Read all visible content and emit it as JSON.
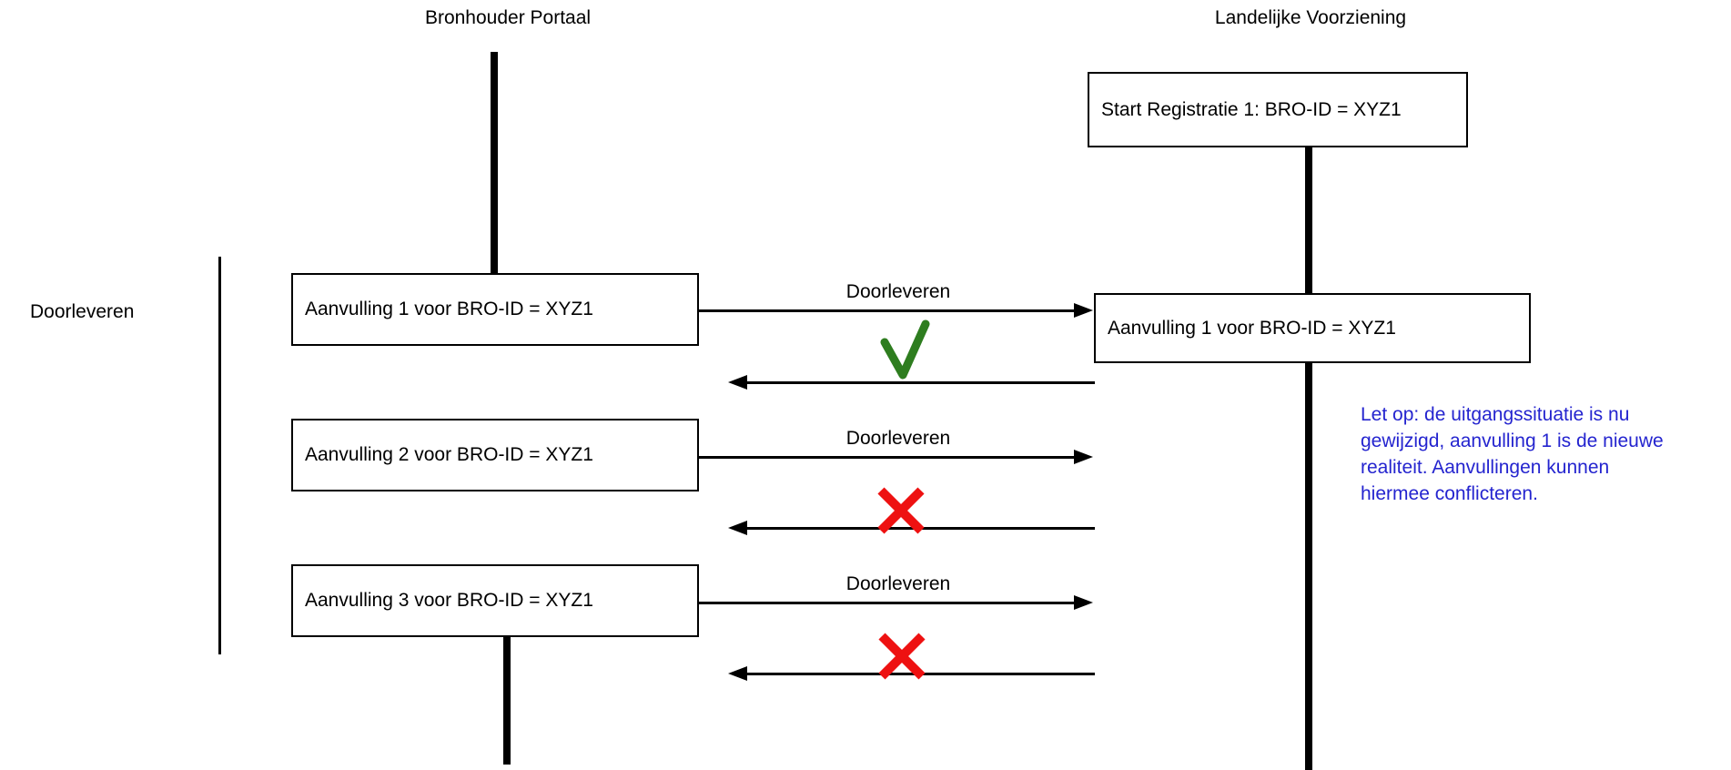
{
  "diagram": {
    "left_lane_title": "Bronhouder Portaal",
    "right_lane_title": "Landelijke Voorziening",
    "start_box_label": "Start Registratie 1: BRO-ID = XYZ1",
    "right_box_label": "Aanvulling 1 voor BRO-ID = XYZ1",
    "bracket_label": "Doorleveren",
    "rows": [
      {
        "box_label": "Aanvulling 1 voor BRO-ID = XYZ1",
        "arrow_label": "Doorleveren",
        "result": "success"
      },
      {
        "box_label": "Aanvulling 2 voor BRO-ID = XYZ1",
        "arrow_label": "Doorleveren",
        "result": "failure"
      },
      {
        "box_label": "Aanvulling 3 voor BRO-ID = XYZ1",
        "arrow_label": "Doorleveren",
        "result": "failure"
      }
    ],
    "note": {
      "text": "Let op: de uitgangssituatie is nu\ngewijzigd, aanvulling 1 is de nieuwe\nrealiteit. Aanvullingen kunnen\nhiermee conflicteren."
    },
    "colors": {
      "success_green": "#2e7d1f",
      "failure_red": "#ee1111",
      "note_blue": "#2424cf",
      "line_black": "#000000"
    }
  }
}
